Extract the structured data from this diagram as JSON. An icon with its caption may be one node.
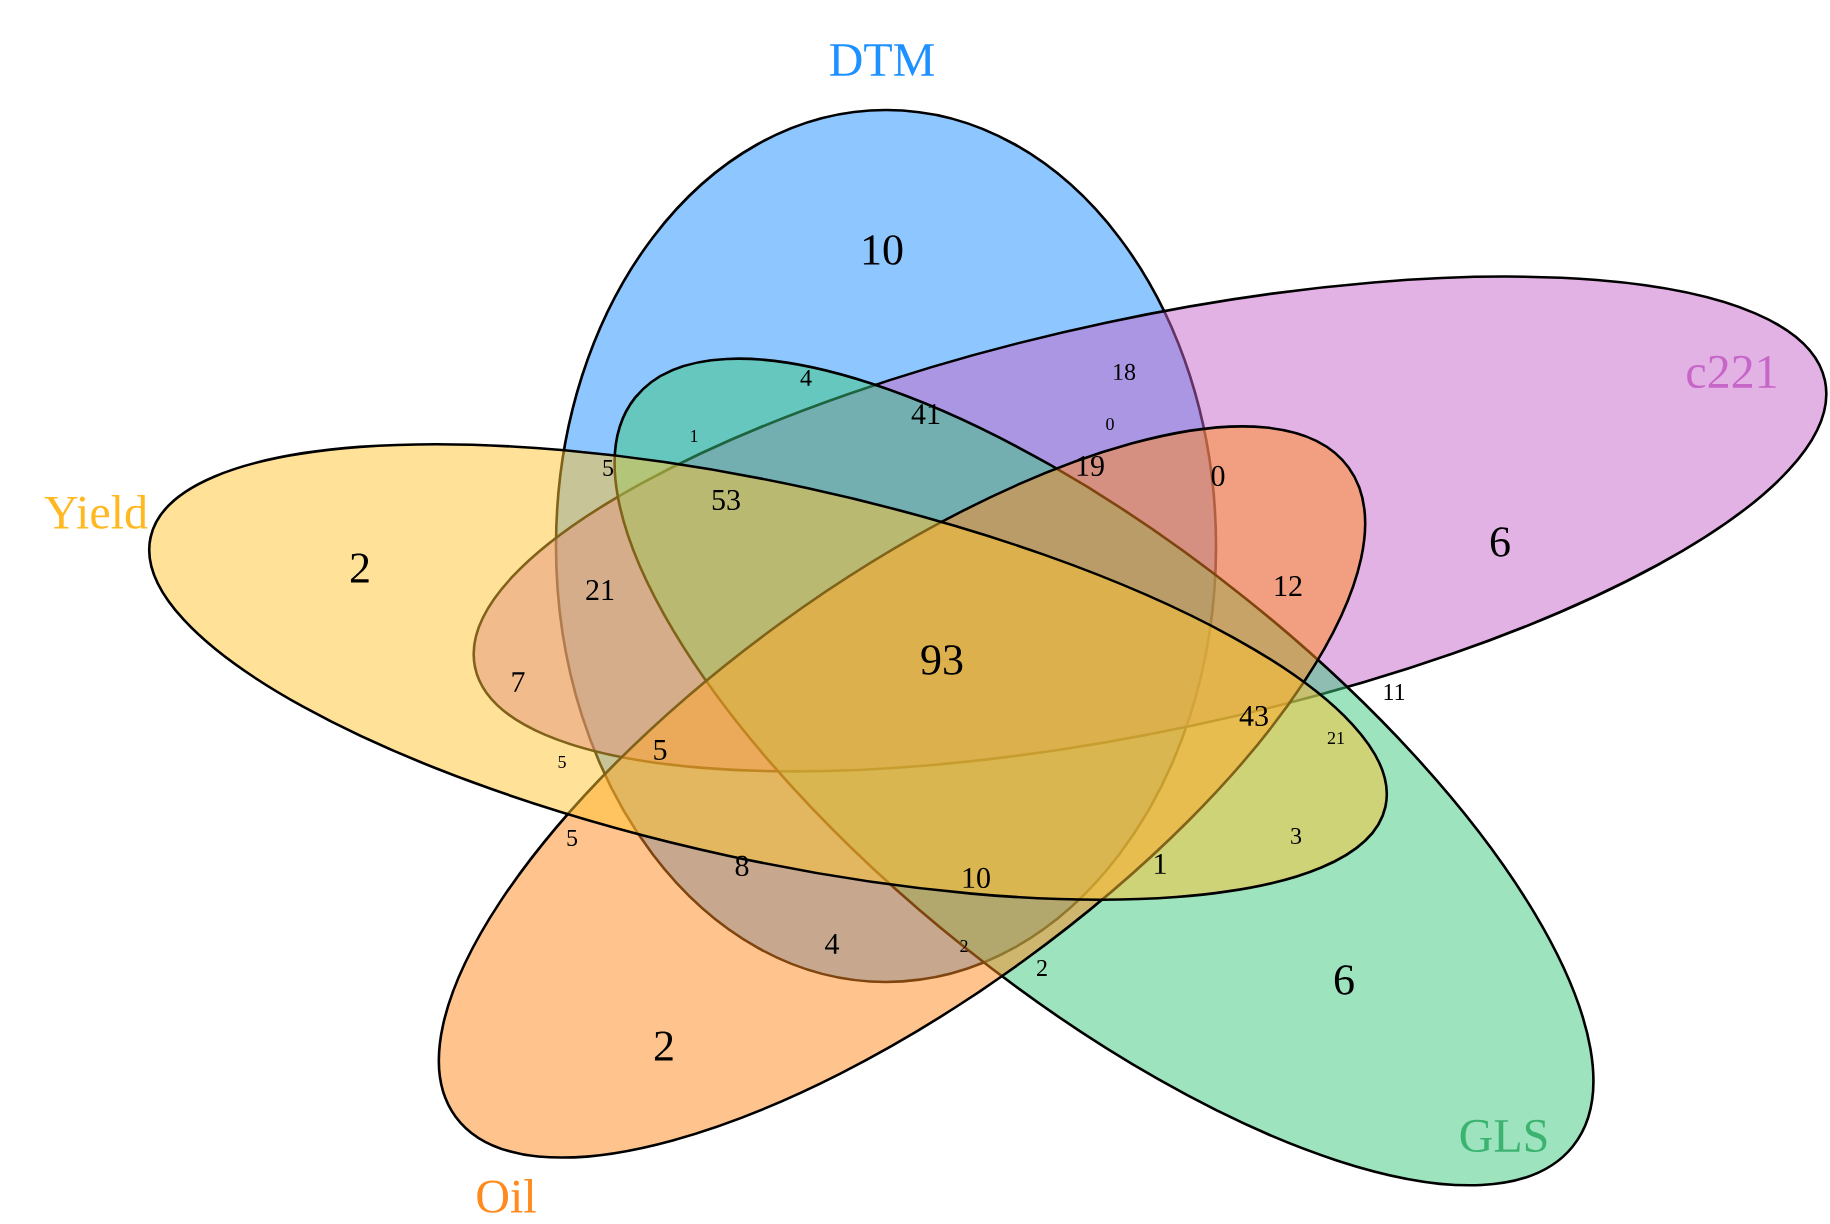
{
  "diagram": {
    "nodes": [
      {
        "text": [
          "DTM"
        ]
      },
      {
        "text": [
          "c221"
        ]
      },
      {
        "text": [
          "GLS"
        ]
      },
      {
        "text": [
          "Oil"
        ]
      },
      {
        "text": [
          "Yield"
        ]
      }
    ],
    "labels": [
      "10",
      "18",
      "4",
      "41",
      "0",
      "0",
      "5",
      "1",
      "19",
      "53",
      "6",
      "2",
      "21",
      "12",
      "93",
      "7",
      "11",
      "5",
      "43",
      "21",
      "5",
      "5",
      "3",
      "8",
      "1",
      "10",
      "4",
      "2",
      "2",
      "6",
      "2"
    ]
  }
}
